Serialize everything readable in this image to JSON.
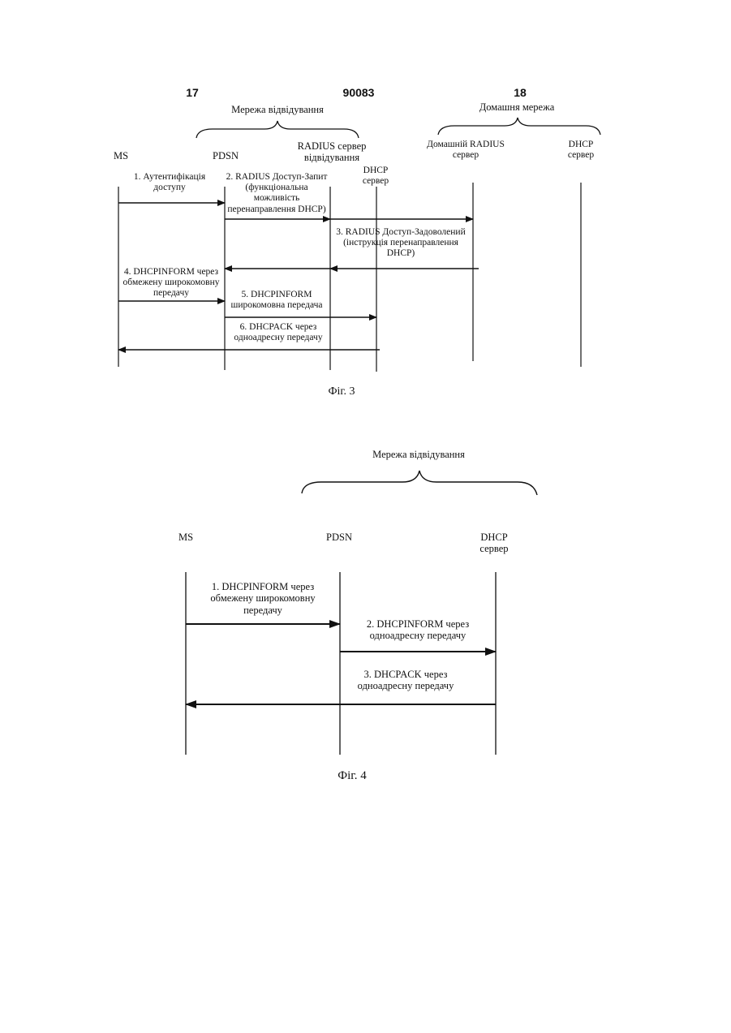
{
  "header": {
    "left": "17",
    "center": "90083",
    "right": "18"
  },
  "fig3": {
    "caption": "Фіг. 3",
    "groups": {
      "visited": "Мережа відвідування",
      "home": "Домашня мережа"
    },
    "entities": {
      "ms": "MS",
      "pdsn": "PDSN",
      "radius_visited": [
        "RADIUS сервер",
        "відвідування"
      ],
      "dhcp_server": [
        "DHCP",
        "сервер"
      ],
      "home_radius": [
        "Домашній RADIUS",
        "сервер"
      ],
      "home_dhcp": [
        "DHCP",
        "сервер"
      ]
    },
    "messages": {
      "m1": [
        "1. Аутентифікація",
        "доступу"
      ],
      "m2": [
        "2. RADIUS Доступ-Запит",
        "(функціональна",
        "можливість",
        "перенаправлення DHCP)"
      ],
      "m3": [
        "3. RADIUS Доступ-Задоволений",
        "(інструкція перенаправлення",
        "DHCP)"
      ],
      "m4": [
        "4. DHCPINFORM через",
        "обмежену широкомовну",
        "передачу"
      ],
      "m5": [
        "5. DHCPINFORM",
        "широкомовна передача"
      ],
      "m6": [
        "6. DHCPACK через",
        "одноадресну передачу"
      ]
    }
  },
  "fig4": {
    "caption": "Фіг. 4",
    "group": "Мережа відвідування",
    "entities": {
      "ms": "MS",
      "pdsn": "PDSN",
      "dhcp": [
        "DHCP",
        "сервер"
      ]
    },
    "messages": {
      "m1": [
        "1. DHCPINFORM через",
        "обмежену широкомовну",
        "передачу"
      ],
      "m2": [
        "2. DHCPINFORM через",
        "одноадресну передачу"
      ],
      "m3": [
        "3. DHCPACK через",
        "одноадресну передачу"
      ]
    }
  }
}
